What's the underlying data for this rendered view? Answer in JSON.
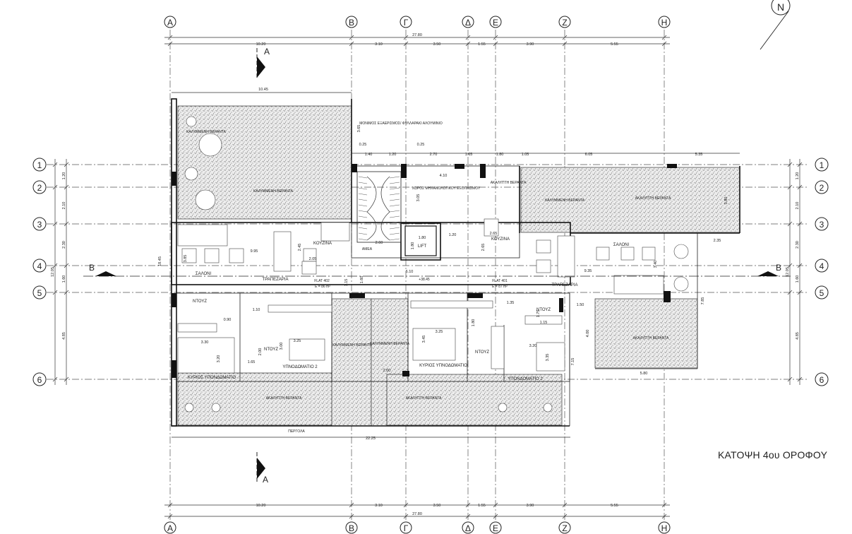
{
  "title": "ΚΑΤΟΨΗ 4ου ΟΡΟΦΟΥ",
  "north": "N",
  "section_marker": "A",
  "section_marker_b": "B",
  "grid_axes_vertical": [
    {
      "id": "axis-A",
      "label": "Α"
    },
    {
      "id": "axis-B",
      "label": "Β"
    },
    {
      "id": "axis-G",
      "label": "Γ"
    },
    {
      "id": "axis-D",
      "label": "Δ"
    },
    {
      "id": "axis-E",
      "label": "Ε"
    },
    {
      "id": "axis-Z",
      "label": "Ζ"
    },
    {
      "id": "axis-H",
      "label": "Η"
    }
  ],
  "grid_axes_horizontal": [
    {
      "id": "axis-1",
      "label": "1"
    },
    {
      "id": "axis-2",
      "label": "2"
    },
    {
      "id": "axis-3",
      "label": "3"
    },
    {
      "id": "axis-4",
      "label": "4"
    },
    {
      "id": "axis-5",
      "label": "5"
    },
    {
      "id": "axis-6",
      "label": "6"
    }
  ],
  "dims_top": {
    "total": "27.80",
    "segments": [
      "10.20",
      "3.10",
      "3.50",
      "1.55",
      "3.90",
      "5.55"
    ]
  },
  "dims_bottom": {
    "total": "27.80",
    "segments": [
      "10.20",
      "3.10",
      "3.50",
      "1.55",
      "3.90",
      "5.55"
    ]
  },
  "dims_left": {
    "total": "12.05",
    "segments": [
      "1.20",
      "2.10",
      "2.30",
      "1.60",
      "4.85"
    ]
  },
  "dims_right": {
    "total": "12.05",
    "segments": [
      "1.20",
      "2.10",
      "2.30",
      "1.60",
      "4.85"
    ]
  },
  "dims_inner": {
    "top_veranda": "10.45",
    "row1": [
      "1.40",
      "1.20",
      "2.70",
      "1.65",
      "1.80",
      "1.05",
      "6.05",
      "5.35"
    ],
    "row0": [
      "0.25",
      "0.25"
    ],
    "stair_h": "3.65",
    "mech_w": "4.10",
    "mech_h": "3.05",
    "right_veranda_h": "3.80",
    "lift_w": "1.80",
    "lift_h": "1.80",
    "lobby": "2.60",
    "lobby_w": "1.20",
    "corridor": "6.10",
    "plan_left_h": "18.45",
    "living_left": "9.95",
    "living_left_h": "3.85",
    "kitchen_left_h": "2.45",
    "kitchen_left_w": "2.05",
    "living_right": "9.35",
    "living_right_h": "3.40",
    "kitchen_right_h": "2.65",
    "right_ext": "2.35",
    "wc_l": "0.90",
    "hall_l": "1.10",
    "bed1_w": "3.30",
    "bed1_h": "3.20",
    "bed2_w": "3.25",
    "bed2_h": "3.00",
    "bath_l_h": "2.00",
    "bath_l_w": "1.65",
    "bed3_w": "3.25",
    "bed3_h": "3.45",
    "bath_r_h": "1.80",
    "bath_r_w": "1.35",
    "bed4_w": "3.20",
    "bed4_h": "3.35",
    "right_cov_w": "5.80",
    "right_cov_h": "4.00",
    "right_cov_ext": "7.85",
    "wc_r": "1.75",
    "wc_r2": "1.50",
    "wc_r3": "1.15",
    "right_edge": "7.15",
    "mid_dim": "2.00",
    "bottom_total": "22.25",
    "lobby_h": "1.60",
    "lobby_h2": "1.15"
  },
  "labels": {
    "covered_veranda": "ΚΑΛΥΜΜΕΝΗ ΒΕΡΑΝΤΑ",
    "uncovered_veranda": "ΑΚΑΛΥΠΤΗ ΒΕΡΑΝΤΑ",
    "pergola": "ΠΕΡΓΟΛΑ",
    "aluminium_note": "ΜΟΝΙΜΟΣ ΕΞΑΕΡΙΣΜΟΣ/ ΦΥΛΛΑΡΑΚΙ ΑΛΟΥΜΙΝΙΟ",
    "mech_room": "ΧΩΡΟΣ ΜΗΧΑΝΟΛΟΓΙΚΟΥ ΕΞΟΠΛΙΣΜΟΥ",
    "lift": "LIFT",
    "amea": "ΑΜΕΑ",
    "kitchen": "ΚΟΥΖΙΝΑ",
    "living": "ΣΑΛΟΝΙ",
    "dining": "ΤΡΑΠΕΖΑΡΙΑ",
    "shower": "ΝΤΟΥΖ",
    "master_bedroom": "ΚΥΡΙΟΣ ΥΠΟΝΔΩΜΑΤΙΟ",
    "bedroom2": "ΥΠΝΟΔΩΜΑΤΙΟ 2",
    "bedroom2b": "ΥΠΟΝΔΟΜΑΤΙΟ 2",
    "master_bedroom2": "ΚΥΡΙΟΣ ΥΠΝΟΔΩΜΑΤΙΟ",
    "flat402": "FLAT 402",
    "flat402_area": "E = 86 m²",
    "flat401": "FLAT 401",
    "flat401_area": "E = 87 m²",
    "level": "+38.45"
  }
}
